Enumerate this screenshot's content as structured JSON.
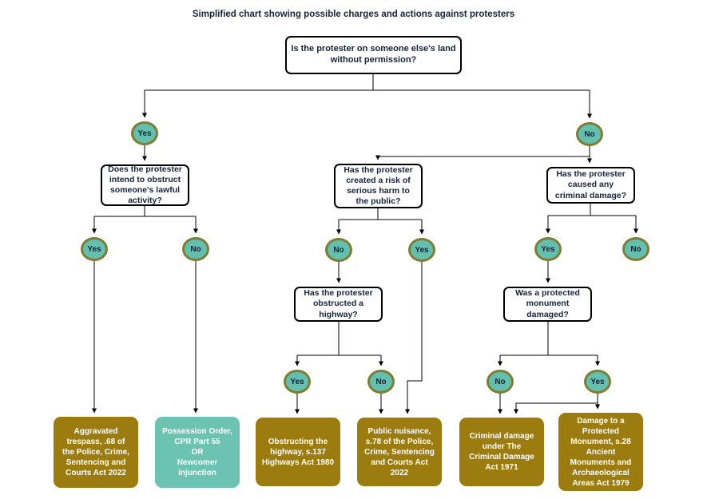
{
  "title": "Simplified chart showing possible charges and actions against protesters",
  "labels": {
    "yes": "Yes",
    "no": "No"
  },
  "questions": {
    "root": "Is the protester on someone else's land\nwithout permission?",
    "obstruct_activity": "Does the protester\nintend to obstruct\nsomeone's lawful\nactivity?",
    "serious_harm": "Has the protester\ncreated a risk of\nserious harm to\nthe public?",
    "criminal_damage": "Has the protester\ncaused any\ncriminal damage?",
    "highway": "Has the protester\nobstructed a\nhighway?",
    "monument": "Was a protected\nmonument\ndamaged?"
  },
  "outcomes": {
    "aggravated_trespass": "Aggravated\ntrespass, .68 of\nthe Police, Crime,\nSentencing and\nCourts Act 2022",
    "possession_order": "Possession Order,\nCPR Part 55\nOR\nNewcomer\ninjunction",
    "obstructing_highway": "Obstructing the\nhighway, s.137\nHighways Act 1980",
    "public_nuisance": "Public nuisance,\ns.78 of the Police,\nCrime, Sentencing\nand Courts Act\n2022",
    "criminal_damage_1971": "Criminal damage\nunder The\nCriminal Damage\nAct 1971",
    "protected_monument": "Damage to a\nProtected\nMonument, s.28\nAncient\nMonuments and\nArchaeological\nAreas Act 1979"
  },
  "colors": {
    "outcome_gold": "#9d7c0f",
    "outcome_teal": "#6cc3b1",
    "decision_fill": "#63bfae",
    "decision_border": "#7f7c33",
    "line": "#000000",
    "text_dark": "#16233a"
  }
}
